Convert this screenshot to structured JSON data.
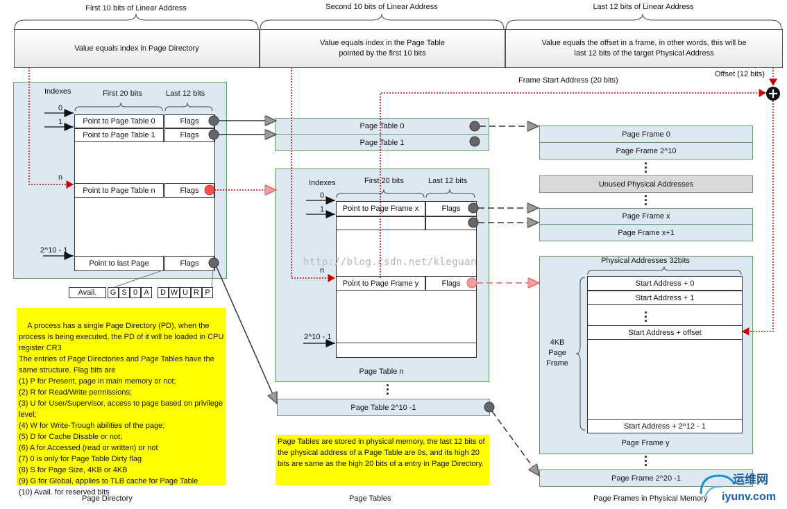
{
  "header": {
    "cols": [
      {
        "caption": "First 10 bits of Linear Address",
        "desc": "Value equals index in Page Directory"
      },
      {
        "caption": "Second 10 bits of Linear Address",
        "desc": "Value equals index in the Page Table pointed by the first 10 bits"
      },
      {
        "caption": "Last 12 bits of Linear Address",
        "desc": "Value equals the offset in a frame, in other words, this will be last 12 bits of the target Physical Address"
      }
    ]
  },
  "directory": {
    "indexes": "Indexes",
    "first20": "First 20 bits",
    "last12": "Last 12 bits",
    "idx0": "0",
    "idx1": "1",
    "idxn": "n",
    "idxlast": "2^10 - 1",
    "row0": "Point to Page Table 0",
    "row1": "Point to Page Table 1",
    "rown": "Point to Page Table n",
    "rowlast": "Point to last Page",
    "flags": "Flags",
    "flagbits": [
      "Avail.",
      "G",
      "S",
      "0",
      "A",
      "D",
      "W",
      "U",
      "R",
      "P"
    ],
    "caption": "Page Directory"
  },
  "tables": {
    "pt0": "Page Table 0",
    "pt1": "Page Table 1",
    "indexes": "Indexes",
    "first20": "First 20 bits",
    "last12": "Last 12 bits",
    "idx0": "0",
    "idx1": "1",
    "idxn": "n",
    "idxlast": "2^10 - 1",
    "rowx": "Point to Page Frame x",
    "rowy": "Point to Page Frame y",
    "flags": "Flags",
    "ptn": "Page Table n",
    "ptlast": "Page Table 2^10 -1",
    "caption": "Page Tables"
  },
  "frames": {
    "start_label": "Frame Start Address (20 bits)",
    "offset_label": "Offset (12 bits)",
    "f0": "Page Frame 0",
    "f2": "Page Frame 2^10",
    "unused": "Unused Physical Addresses",
    "fx": "Page Frame x",
    "fx1": "Page Frame x+1",
    "phys": "Physical Addresses 32bits",
    "sa0": "Start Address + 0",
    "sa1": "Start Address + 1",
    "saoff": "Start Address + offset",
    "salast": "Start Address + 2^12 - 1",
    "kb": "4KB Page Frame",
    "fy": "Page Frame y",
    "flast": "Page Frame 2^20 -1",
    "caption": "Page Frames in Physical Memory"
  },
  "notes": {
    "left": "A process has a single Page Directory (PD), when the process is being executed, the PD of it will be loaded in CPU register CR3\nThe entries of Page Directories and Page Tables have the same structure. Flag bits are\n(1) P for Present, page in main memory or not;\n(2) R for Read/Write permissions;\n(3) U for User/Supervisor, access to page based on privilege level;\n(4) W for Write-Trough abilities of the page;\n(5) D for Cache Disable or not;\n(6) A for Accessed (read or written) or not\n(7) 0 is only for Page Table Dirty flag\n(8) S for Page Size, 4KB or 4KB\n(9) G for Global, applies to TLB cache for Page Table\n(10) Avail. for reserved bits",
    "right": "Page Tables are stored in physical memory, the last 12 bits of the physical address of a Page Table are 0s, and its high 20 bits are same as the high 20 bits of a entry in Page Directory."
  },
  "watermark": "http://blog.csdn.net/kleguan",
  "logo": {
    "cn": "运维网",
    "en": "iyunv.com"
  },
  "colors": {
    "pane": "#dce9f2",
    "note": "#ffff00",
    "red": "#cc0000",
    "unused": "#d9d9d9"
  }
}
